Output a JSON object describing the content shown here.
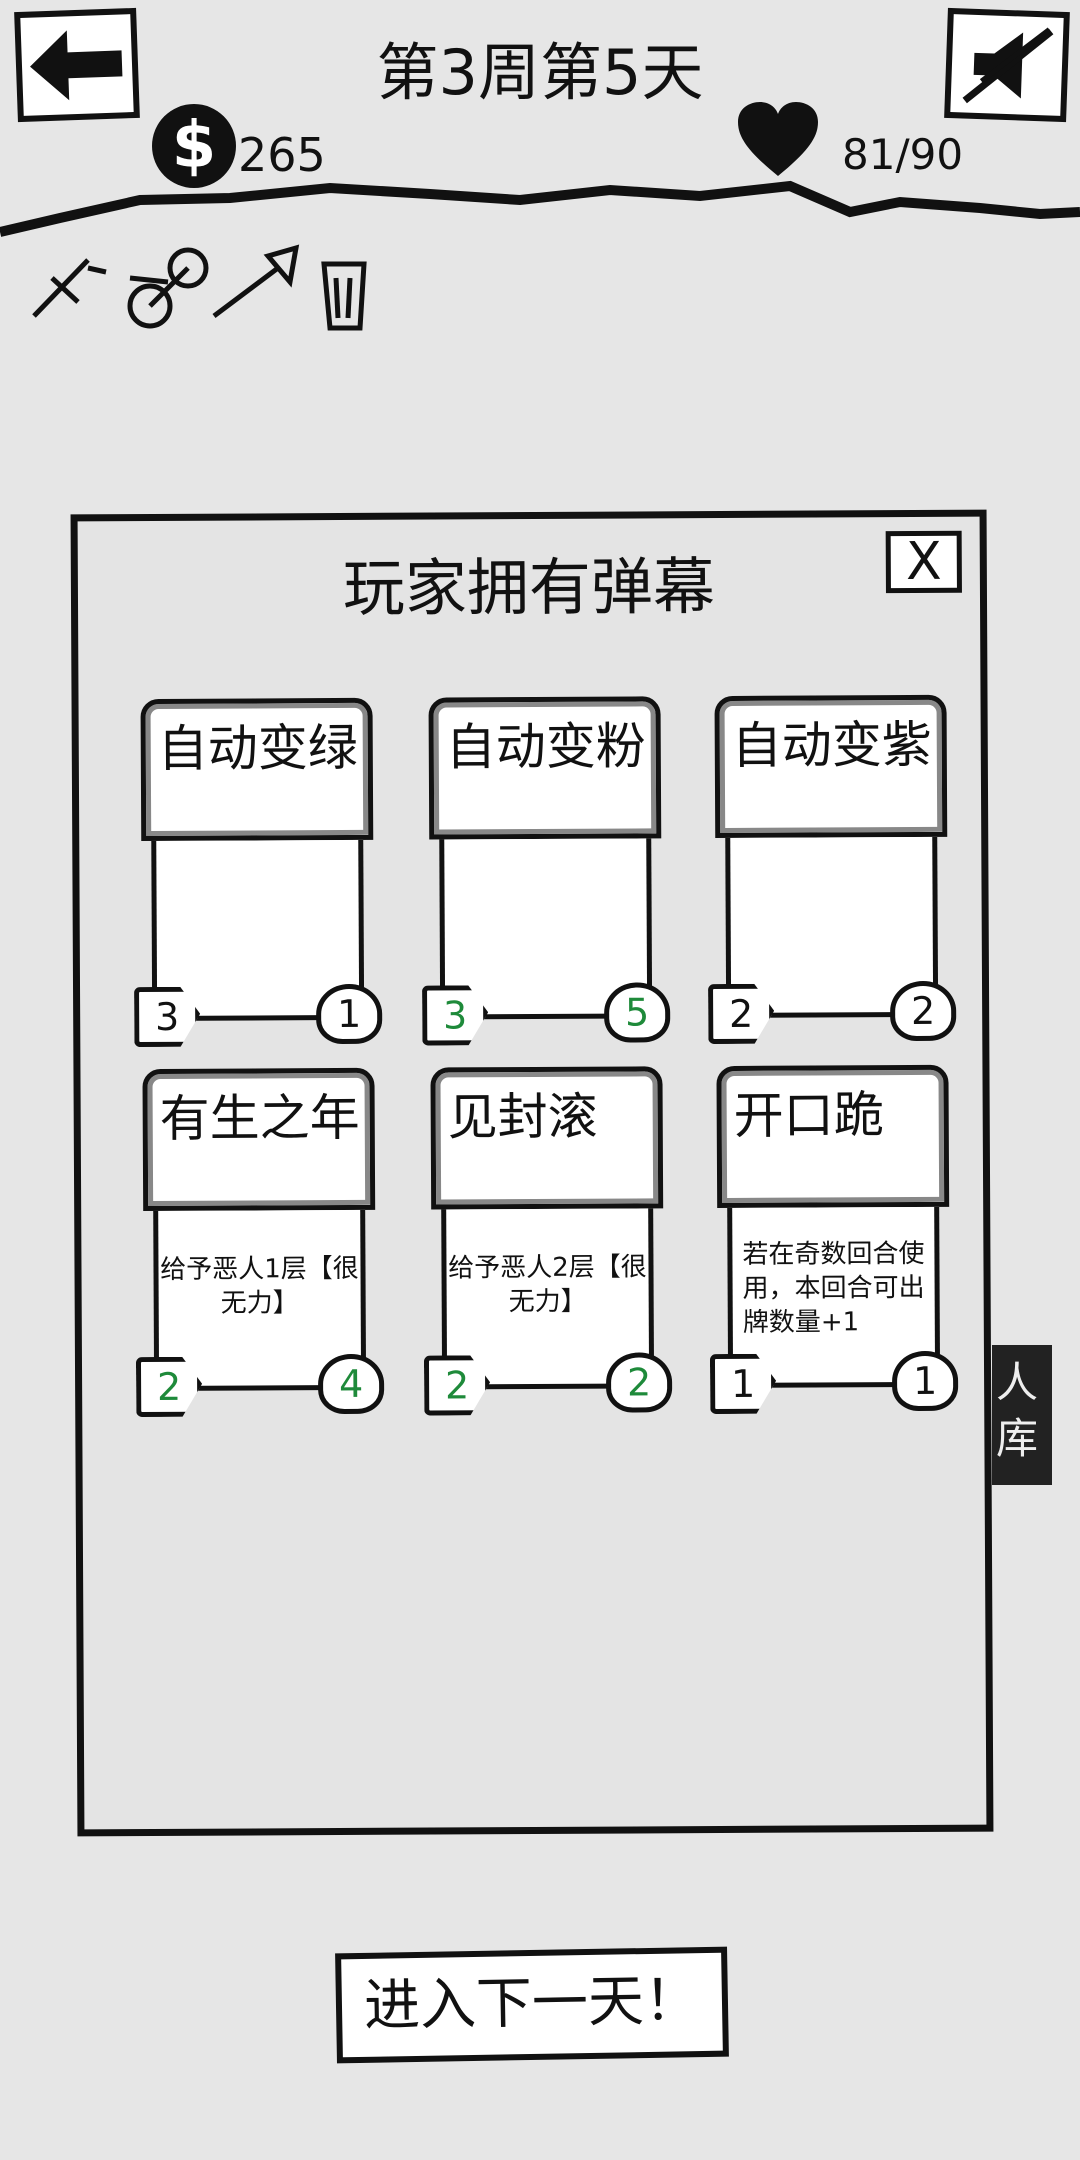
{
  "header": {
    "day_title": "第3周第5天",
    "money": "265",
    "hp": "81/90"
  },
  "dialog": {
    "title": "玩家拥有弹幕",
    "close_label": "X",
    "cards": [
      {
        "name": "自动变绿",
        "desc": "",
        "cost": "3",
        "value": "1"
      },
      {
        "name": "自动变粉",
        "desc": "",
        "cost": "3",
        "value": "5"
      },
      {
        "name": "自动变紫",
        "desc": "",
        "cost": "2",
        "value": "2"
      },
      {
        "name": "有生之年",
        "desc": "给予恶人1层【很无力】",
        "cost": "2",
        "value": "4"
      },
      {
        "name": "见封滚",
        "desc": "给予恶人2层【很无力】",
        "cost": "2",
        "value": "2"
      },
      {
        "name": "开口跪",
        "desc": "若在奇数回合使用，本回合可出牌数量+1",
        "cost": "1",
        "value": "1"
      }
    ]
  },
  "side_tab": {
    "text1": "人",
    "text2": "库"
  },
  "footer": {
    "next_day_label": "进入下一天！"
  },
  "colors": {
    "background": "#e6e6e6",
    "green_number": "#1e8a3a",
    "ink": "#111111"
  },
  "icons": [
    "back-arrow-icon",
    "mute-icon",
    "coin-icon",
    "heart-icon"
  ]
}
